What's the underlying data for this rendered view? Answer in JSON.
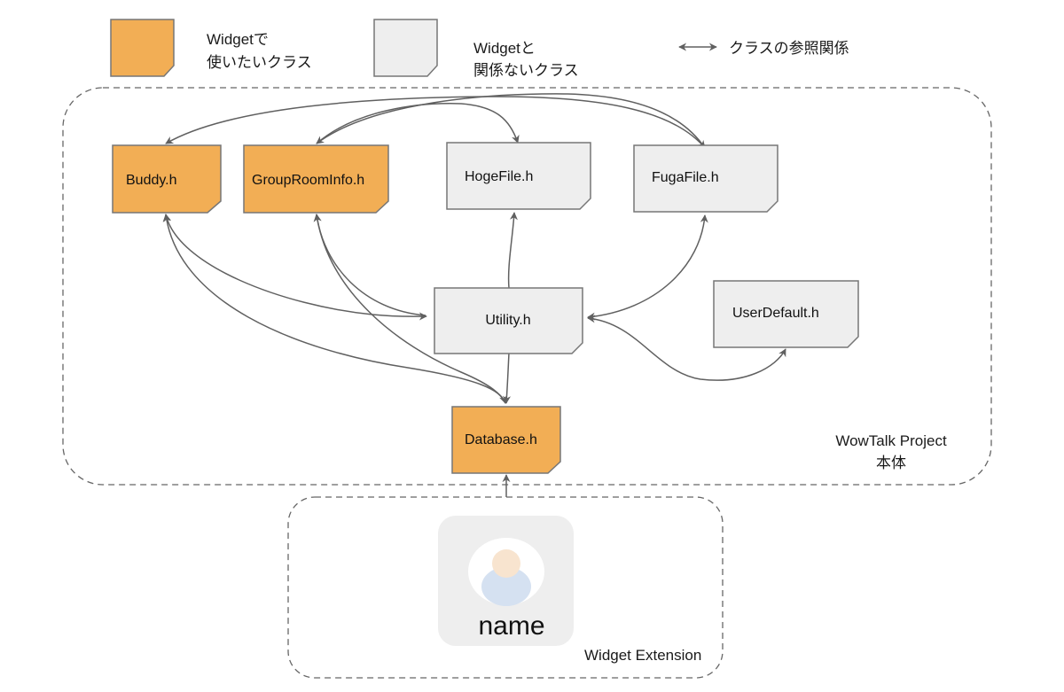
{
  "legend": {
    "used_class": {
      "line1": "Widgetで",
      "line2": "使いたいクラス",
      "color": "#f2ae55"
    },
    "unrelated_class": {
      "line1": "Widgetと",
      "line2": "関係ないクラス",
      "color": "#eeeeee"
    },
    "reference": {
      "icon": "double-arrow-icon",
      "label": "クラスの参照関係"
    }
  },
  "groups": {
    "project": {
      "line1": "WowTalk Project",
      "line2": "本体"
    },
    "widget": {
      "label": "Widget Extension"
    }
  },
  "nodes": [
    {
      "id": "buddy",
      "label": "Buddy.h",
      "kind": "used"
    },
    {
      "id": "grouproominfo",
      "label": "GroupRoomInfo.h",
      "kind": "used"
    },
    {
      "id": "hogefile",
      "label": "HogeFile.h",
      "kind": "unrelated"
    },
    {
      "id": "fugafile",
      "label": "FugaFile.h",
      "kind": "unrelated"
    },
    {
      "id": "utility",
      "label": "Utility.h",
      "kind": "unrelated"
    },
    {
      "id": "userdefault",
      "label": "UserDefault.h",
      "kind": "unrelated"
    },
    {
      "id": "database",
      "label": "Database.h",
      "kind": "used"
    }
  ],
  "edges": [
    {
      "from": "fugafile",
      "to": "buddy"
    },
    {
      "from": "fugafile",
      "to": "grouproominfo"
    },
    {
      "from": "grouproominfo",
      "to": "hogefile"
    },
    {
      "from": "grouproominfo",
      "to": "fugafile"
    },
    {
      "from": "buddy",
      "to": "utility"
    },
    {
      "from": "buddy",
      "to": "database"
    },
    {
      "from": "grouproominfo",
      "to": "utility"
    },
    {
      "from": "grouproominfo",
      "to": "database"
    },
    {
      "from": "utility",
      "to": "hogefile"
    },
    {
      "from": "utility",
      "to": "fugafile"
    },
    {
      "from": "utility",
      "to": "userdefault"
    },
    {
      "from": "utility",
      "to": "database"
    },
    {
      "from": "widget",
      "to": "database"
    }
  ],
  "widget_preview": {
    "name": "name",
    "icon": "user-avatar-icon"
  },
  "colors": {
    "used": "#f2ae55",
    "unrelated": "#eeeeee",
    "stroke": "#666666",
    "avatar_head": "#f8e4cf",
    "avatar_body": "#d5e1f1",
    "widget_bg": "#eeeeee"
  }
}
